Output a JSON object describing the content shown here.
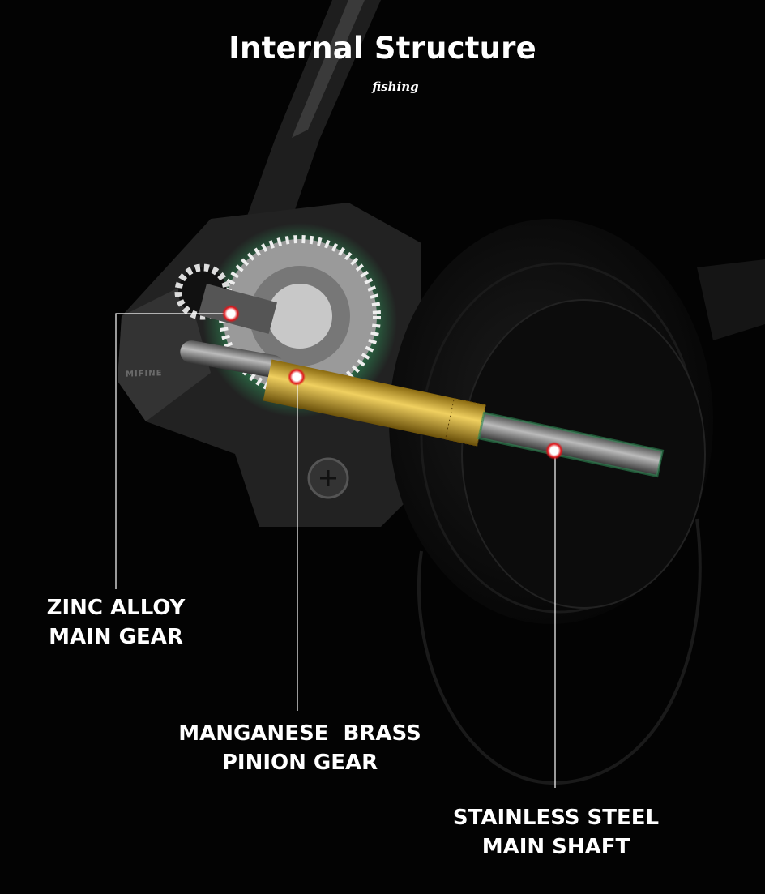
{
  "header": {
    "title": "Internal Structure",
    "subtitle": "fishing"
  },
  "logo_text": "MIFINE",
  "callouts": [
    {
      "line1": "ZINC ALLOY",
      "line2": "MAIN GEAR"
    },
    {
      "line1": "MANGANESE  BRASS",
      "line2": "PINION GEAR"
    },
    {
      "line1": "STAINLESS STEEL",
      "line2": "MAIN SHAFT"
    }
  ],
  "colors": {
    "background": "#030303",
    "marker": "#e0161b",
    "glow": "#2f8a55",
    "brass": "#c9a528"
  }
}
